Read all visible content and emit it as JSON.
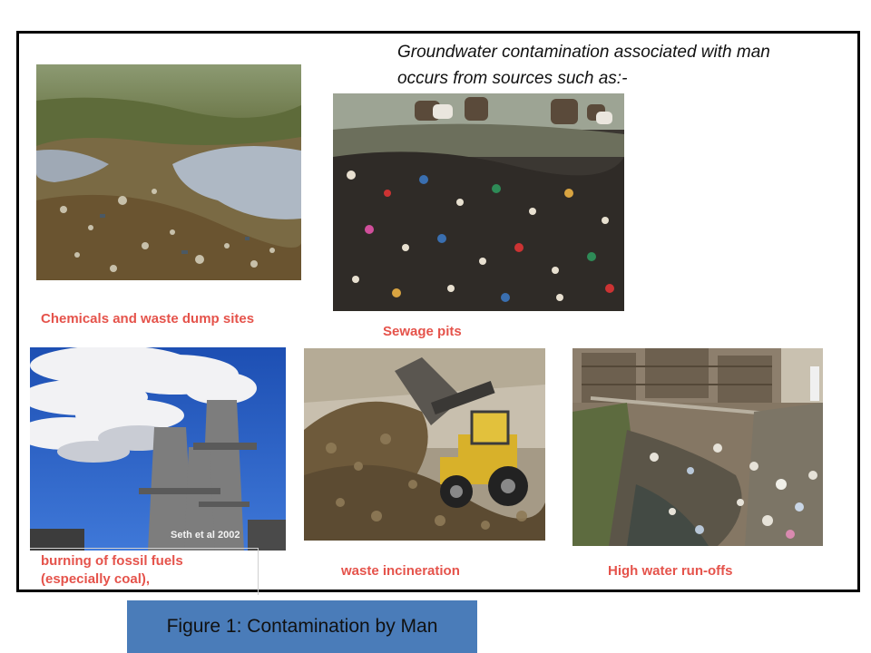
{
  "heading": "Groundwater contamination associated with man occurs from sources such as:-",
  "labels": {
    "dump_sites": "Chemicals and waste dump sites",
    "sewage": "Sewage pits",
    "fossil_line1": "burning of fossil fuels",
    "fossil_line2": "(especially coal),",
    "incineration": "waste incineration",
    "runoff": "High water run-offs"
  },
  "credit": "Seth et al 2002",
  "caption": "Figure 1: Contamination by Man",
  "colors": {
    "label_red": "#e5534b",
    "caption_blue": "#4a7cb9",
    "frame": "#000000"
  }
}
